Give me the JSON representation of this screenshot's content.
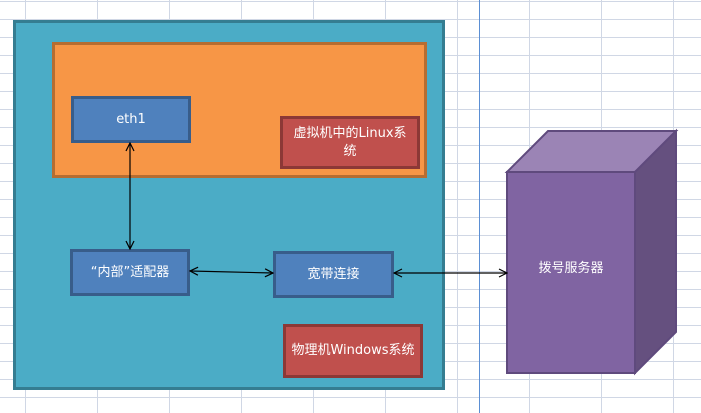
{
  "diagram": {
    "host_machine": {
      "label": "物理机Windows系统"
    },
    "virtual_machine": {
      "label": "虚拟机中的Linux系统"
    },
    "nodes": {
      "eth1": "eth1",
      "internal_adapter": "“内部”适配器",
      "broadband": "宽带连接",
      "dial_server": "拨号服务器"
    },
    "connections": [
      {
        "from": "eth1",
        "to": "internal_adapter",
        "type": "bidirectional"
      },
      {
        "from": "internal_adapter",
        "to": "broadband",
        "type": "bidirectional"
      },
      {
        "from": "broadband",
        "to": "dial_server",
        "type": "bidirectional"
      }
    ],
    "colors": {
      "host_fill": "#4bacc6",
      "vm_fill": "#f79646",
      "node_fill": "#4f81bd",
      "label_fill": "#c0504d",
      "server_front": "#8064a2",
      "server_top": "#9b84b5",
      "server_side": "#65507f"
    }
  }
}
